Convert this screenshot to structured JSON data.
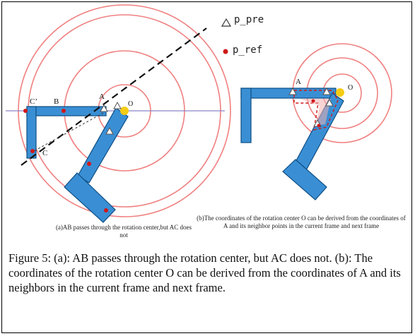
{
  "legend": {
    "pre_label": "p_pre",
    "ref_label": "p_ref"
  },
  "labels": {
    "c_prime": "C’",
    "b": "B",
    "a_left": "A",
    "o_left": "O",
    "c": "C",
    "a_right": "A",
    "o_right": "O"
  },
  "captions": {
    "sub_a": "(a)AB passes through the rotation center,but AC does not",
    "sub_b": "(b)The coordinates of the rotation center O can be derived from the coordinates of A and its neighbor points in the current frame and next frame",
    "main": "Figure 5: (a): AB passes through the rotation center, but AC does not. (b): The coordinates of the rotation center O can be derived from the coordinates of A and its neighbors in the current frame and next frame."
  },
  "colors": {
    "arm": "#3a8fd4",
    "arm_stroke": "#0e4e84",
    "circle": "#f08080",
    "ref_point": "#d01818",
    "center": "#f5cc15",
    "line": "#8a84c8"
  }
}
